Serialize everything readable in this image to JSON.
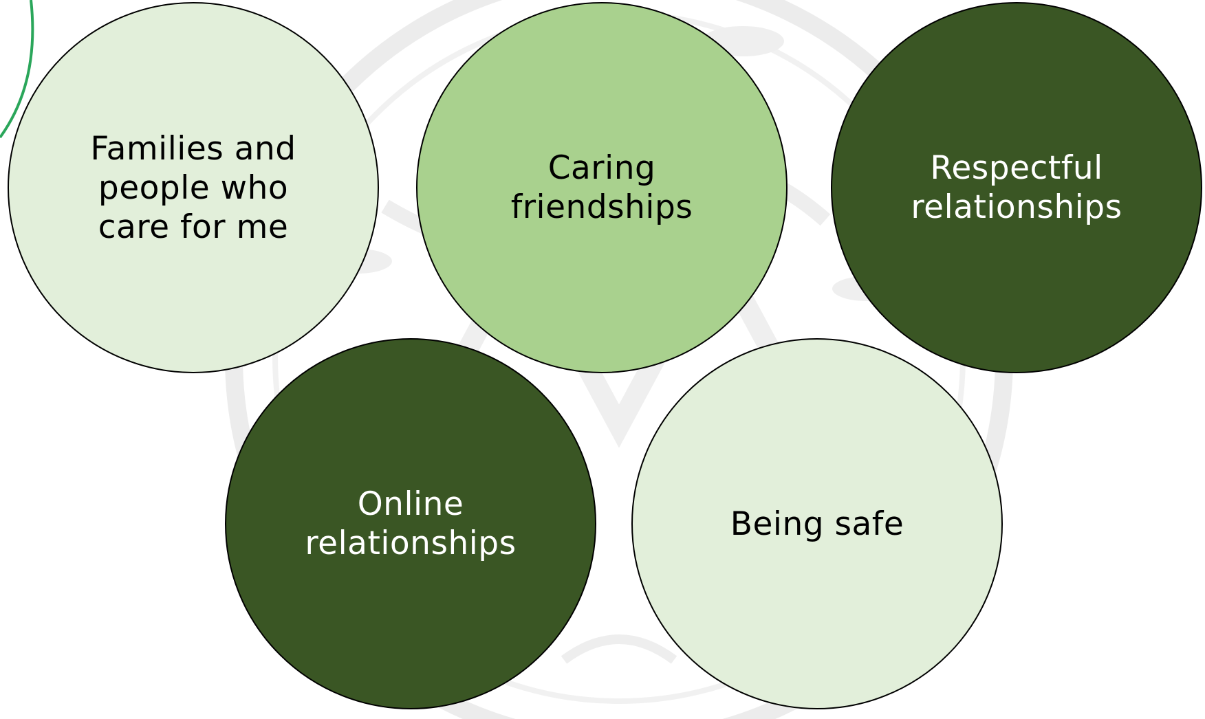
{
  "colors": {
    "light_green": "#e2efda",
    "mid_green": "#a9d18e",
    "dark_green": "#3a5624",
    "border": "#000000",
    "dark_text": "#000000",
    "light_text": "#ffffff",
    "accent_arc": "#2aa65a",
    "watermark": "#e9e9e9"
  },
  "circles": [
    {
      "label": "Families and people who care for me",
      "fill": "light"
    },
    {
      "label": "Caring friendships",
      "fill": "mid"
    },
    {
      "label": "Respectful relationships",
      "fill": "dark"
    },
    {
      "label": "Online relationships",
      "fill": "dark"
    },
    {
      "label": "Being safe",
      "fill": "light"
    }
  ]
}
